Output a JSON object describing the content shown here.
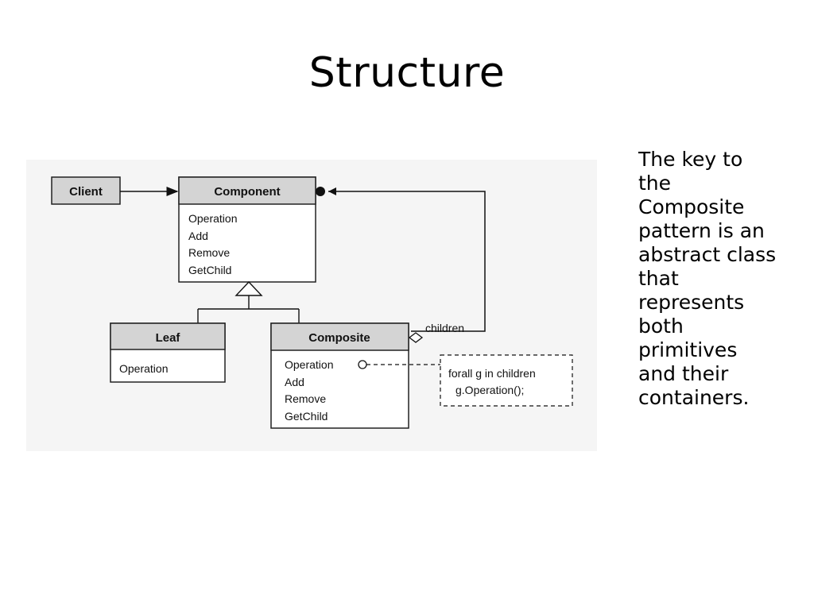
{
  "slide": {
    "title": "Structure"
  },
  "diagram": {
    "client": {
      "name": "Client"
    },
    "component": {
      "name": "Component",
      "operations": [
        "Operation",
        "Add",
        "Remove",
        "GetChild"
      ]
    },
    "leaf": {
      "name": "Leaf",
      "operations": [
        "Operation"
      ]
    },
    "composite": {
      "name": "Composite",
      "operations": [
        "Operation",
        "Add",
        "Remove",
        "GetChild"
      ]
    },
    "association_label": "children",
    "note": {
      "lines": [
        "forall g in children",
        "g.Operation();"
      ]
    }
  },
  "sidebar": {
    "lines": [
      "The key to",
      "the",
      "Composite",
      "pattern is an",
      "abstract class",
      "that",
      "represents",
      "both",
      "primitives",
      "and their",
      "containers."
    ]
  }
}
